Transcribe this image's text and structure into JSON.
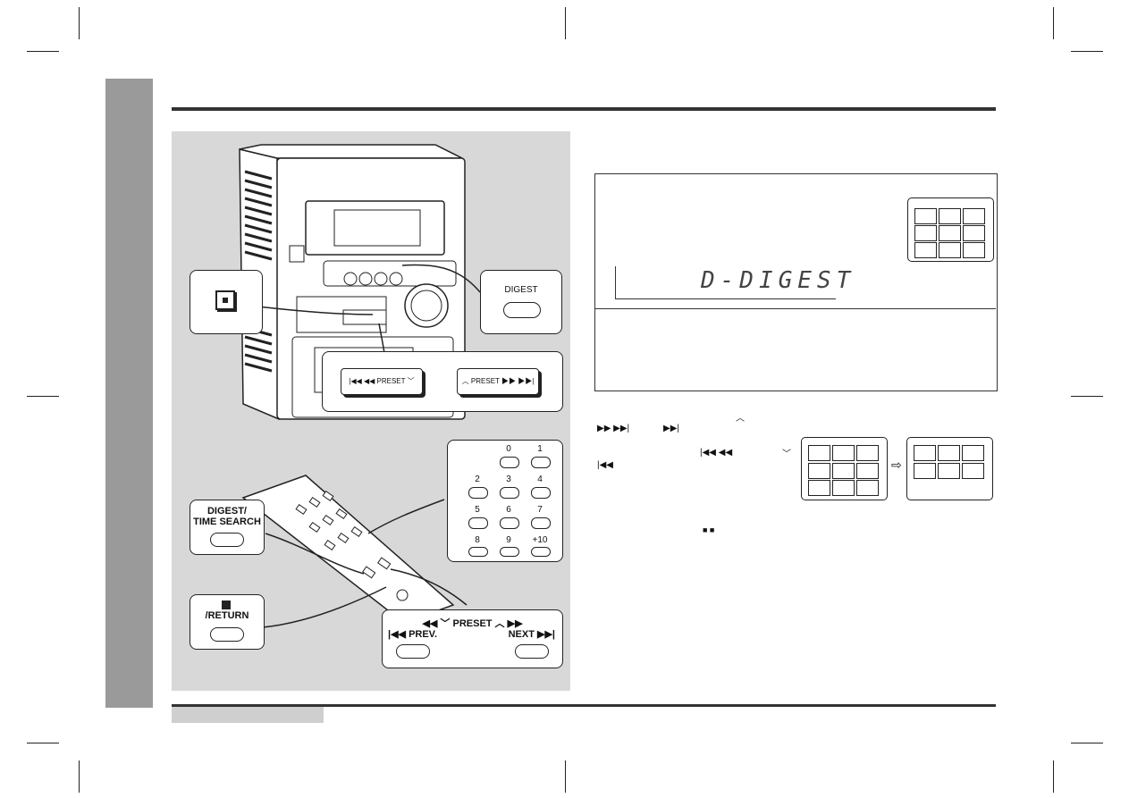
{
  "page": {
    "side_tab_color": "#9a9a9a",
    "illustration_bg": "#d8d8d8"
  },
  "unit_callouts": {
    "stop_icon": "stop-square-icon",
    "digest_label": "DIGEST",
    "preset_down_label": "PRESET",
    "preset_up_label": "PRESET"
  },
  "remote_callouts": {
    "digest_time_search_label": "DIGEST/\nTIME SEARCH",
    "return_label": "/RETURN",
    "preset_label": "PRESET",
    "prev_label": "PREV.",
    "next_label": "NEXT",
    "keypad": [
      "0",
      "1",
      "2",
      "3",
      "4",
      "5",
      "6",
      "7",
      "8",
      "9",
      "+10"
    ]
  },
  "display": {
    "lcd_text": "D-DIGEST"
  },
  "body_symbols": {
    "up_chevron": "︿",
    "ff_next": "▶▶ ▶▶|",
    "next": "▶▶|",
    "prev_rew": "|◀◀ ◀◀",
    "down_chevron": "﹀",
    "prev": "|◀◀",
    "stop_marks": "■ ■"
  }
}
